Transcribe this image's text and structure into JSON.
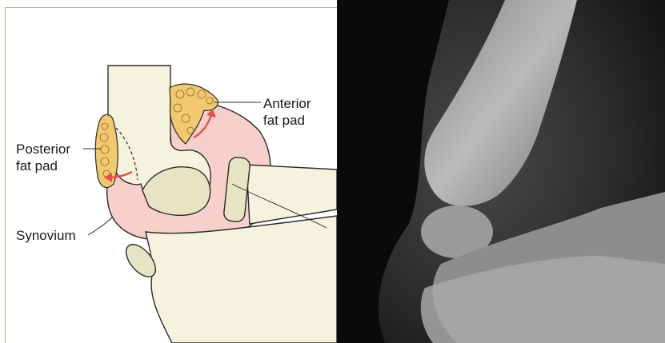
{
  "labels": {
    "anterior_fat_pad": [
      "Anterior",
      "fat pad"
    ],
    "posterior_fat_pad": [
      "Posterior",
      "fat pad"
    ],
    "synovium": "Synovium"
  },
  "colors": {
    "frame": "#9fba7f",
    "bone_fill": "#f5f3de",
    "bone_stroke": "#2b2b2b",
    "joint_capsule": "#f7cfcb",
    "fat_pad": "#f2c96e",
    "arrow": "#e8504a",
    "xray_background": "#0d0d0d",
    "xray_bone": "#bfbfbf"
  },
  "icons": {
    "diagram": "elbow-fat-pad-diagram",
    "radiograph": "lateral-elbow-radiograph"
  }
}
